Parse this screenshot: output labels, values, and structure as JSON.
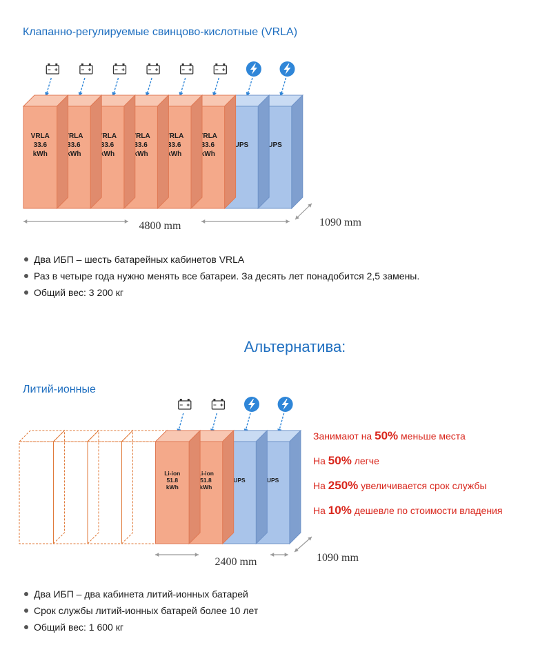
{
  "vrla_section": {
    "title": "Клапанно-регулируемые свинцово-кислотные (VRLA)",
    "cabinets": [
      {
        "type": "battery",
        "lines": [
          "VRLA",
          "33.6",
          "kWh"
        ]
      },
      {
        "type": "battery",
        "lines": [
          "VRLA",
          "33.6",
          "kWh"
        ]
      },
      {
        "type": "battery",
        "lines": [
          "VRLA",
          "33.6",
          "kWh"
        ]
      },
      {
        "type": "battery",
        "lines": [
          "VRLA",
          "33.6",
          "kWh"
        ]
      },
      {
        "type": "battery",
        "lines": [
          "VRLA",
          "33.6",
          "kWh"
        ]
      },
      {
        "type": "battery",
        "lines": [
          "VRLA",
          "33.6",
          "kWh"
        ]
      },
      {
        "type": "ups",
        "lines": [
          "UPS"
        ]
      },
      {
        "type": "ups",
        "lines": [
          "UPS"
        ]
      }
    ],
    "width_label": "4800 mm",
    "depth_label": "1090 mm",
    "bullets": [
      "Два ИБП – шесть батарейных кабинетов VRLA",
      "Раз в четыре года нужно менять все батареи. За десять лет понадобится 2,5 замены.",
      "Общий вес: 3 200 кг"
    ]
  },
  "alternative_heading": "Альтернатива:",
  "liion_section": {
    "title": "Литий-ионные",
    "cabinets": [
      {
        "type": "battery",
        "lines": [
          "Li-ion",
          "51.8",
          "kWh"
        ]
      },
      {
        "type": "battery",
        "lines": [
          "Li-ion",
          "51.8",
          "kWh"
        ]
      },
      {
        "type": "ups",
        "lines": [
          "UPS"
        ]
      },
      {
        "type": "ups",
        "lines": [
          "UPS"
        ]
      }
    ],
    "ghost_cabinets": 4,
    "width_label": "2400 mm",
    "depth_label": "1090 mm",
    "benefits": [
      {
        "prefix": "Занимают на ",
        "value": "50%",
        "suffix": " меньше места"
      },
      {
        "prefix": "На ",
        "value": "50%",
        "suffix": " легче"
      },
      {
        "prefix": "На ",
        "value": "250%",
        "suffix": " увеличивается срок службы"
      },
      {
        "prefix": "На ",
        "value": "10%",
        "suffix": " дешевле по стоимости владения"
      }
    ],
    "bullets": [
      "Два ИБП – два кабинета литий-ионных батарей",
      "Срок службы литий-ионных батарей более 10 лет",
      "Общий вес: 1 600 кг"
    ]
  },
  "colors": {
    "heading_blue": "#1f6fc0",
    "battery_front": "#f4a98a",
    "battery_top": "#f8c7b2",
    "battery_side": "#e08b6d",
    "battery_edge": "#e07a55",
    "ups_front": "#a9c4ea",
    "ups_top": "#c9dbf3",
    "ups_side": "#7f9fcf",
    "ups_edge": "#6f93c8",
    "ghost_edge": "#e07a3a",
    "benefit_red": "#d9261c",
    "icon_blue": "#2f86d8"
  },
  "icons": {
    "battery": "battery-icon",
    "power": "lightning-icon"
  }
}
